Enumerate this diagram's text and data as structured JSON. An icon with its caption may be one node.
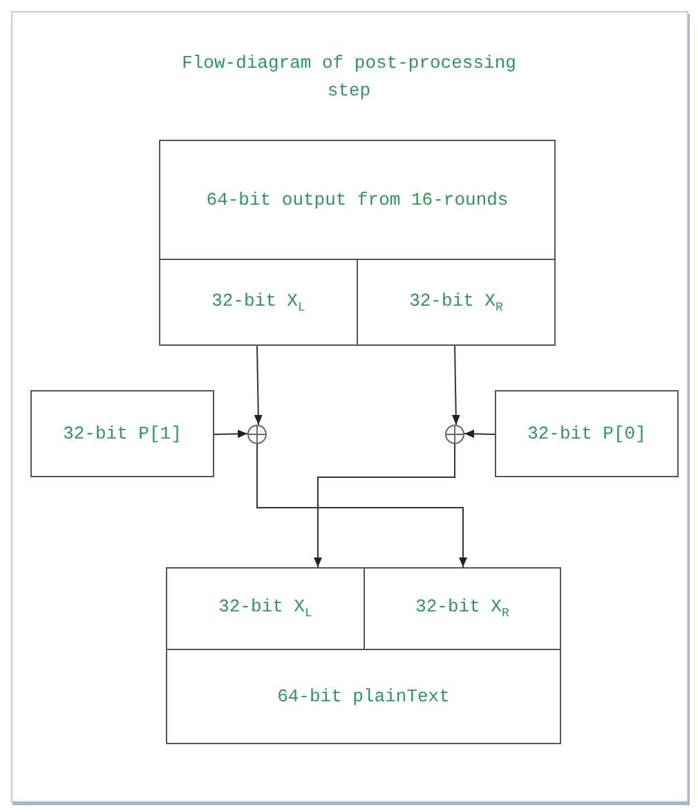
{
  "diagram": {
    "title": "Flow-diagram of post-processing step",
    "nodes": [
      {
        "text": [
          "64-bit output from 16-rounds"
        ]
      },
      {
        "text": [
          "32-bit X$_{L}$"
        ]
      },
      {
        "text": [
          "32-bit X$_{R}$"
        ]
      },
      {
        "text": [
          "32-bit P[1]"
        ]
      },
      {
        "text": [],
        "shape": "circle"
      },
      {
        "text": [],
        "shape": "circle"
      },
      {
        "text": [
          "32-bit P[0]"
        ]
      },
      {
        "text": [
          "32-bit X$_{L}$"
        ]
      },
      {
        "text": [
          "32-bit X$_{R}$"
        ]
      },
      {
        "text": [
          "64-bit plainText"
        ]
      }
    ],
    "edges": [
      {
        "from": 1,
        "to": 4,
        "arrow": "to"
      },
      {
        "from": 2,
        "to": 5,
        "arrow": "to"
      },
      {
        "from": 3,
        "to": 4,
        "arrow": "to"
      },
      {
        "from": 6,
        "to": 5,
        "arrow": "to"
      },
      {
        "from": 4,
        "to": 8,
        "arrow": "to"
      },
      {
        "from": 5,
        "to": 7,
        "arrow": "to"
      }
    ]
  }
}
